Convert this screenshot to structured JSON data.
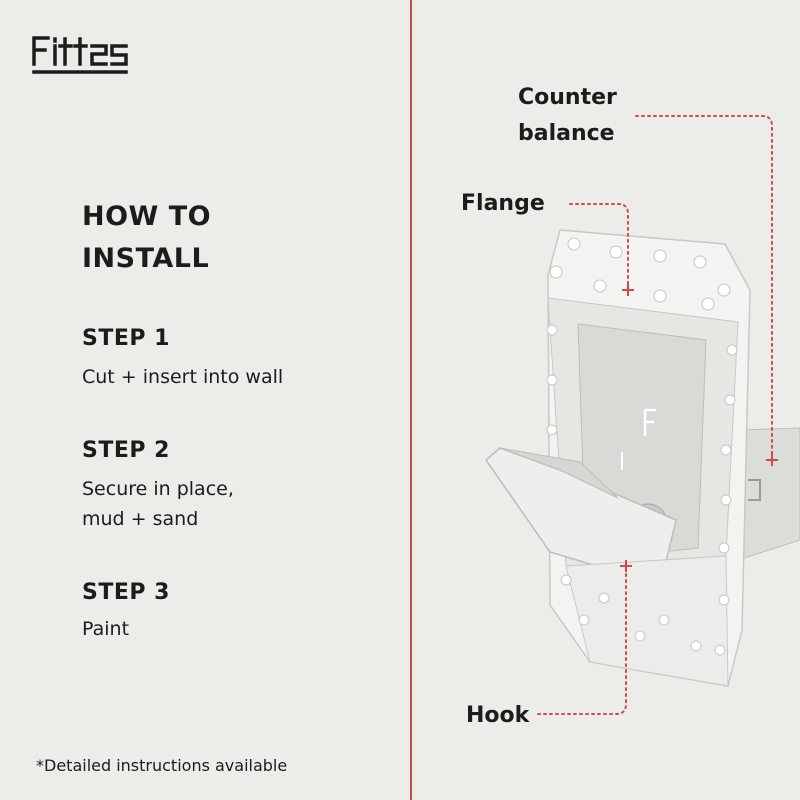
{
  "brand": {
    "logo_text": "Fittes"
  },
  "heading": {
    "title": "HOW TO\nINSTALL"
  },
  "steps": [
    {
      "label": "STEP 1",
      "text": "Cut + insert into wall"
    },
    {
      "label": "STEP 2",
      "text": "Secure in place,\nmud + sand"
    },
    {
      "label": "STEP 3",
      "text": "Paint"
    }
  ],
  "footnote": "*Detailed instructions available",
  "callouts": {
    "counterbalance": "Counter\nbalance",
    "flange": "Flange",
    "hook": "Hook"
  },
  "colors": {
    "background": "#ecede8",
    "accent": "#d04a4a",
    "text": "#1c1c1c"
  }
}
